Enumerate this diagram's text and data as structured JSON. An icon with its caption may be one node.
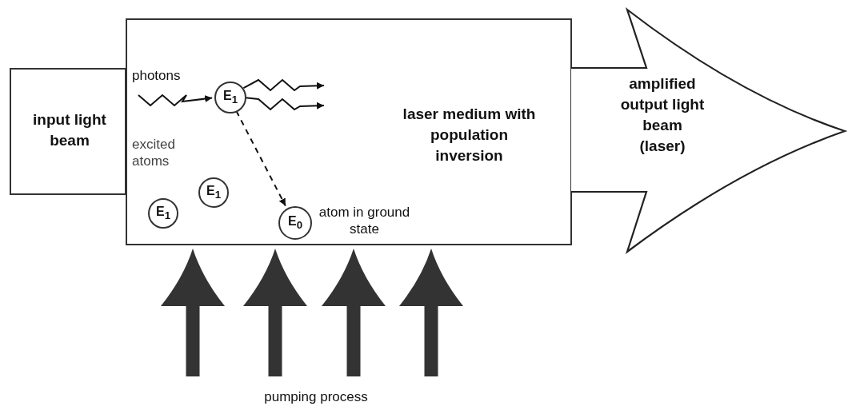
{
  "diagram": {
    "nodes": [
      {
        "text": [
          "input light beam"
        ]
      },
      {
        "text": [
          "laser medium with population inversion"
        ]
      },
      {
        "text": [
          "amplified output light beam (laser)"
        ]
      },
      {
        "text": [
          "E$_{1}$"
        ],
        "in": 1
      },
      {
        "text": [
          "E$_{1}$"
        ],
        "in": 1
      },
      {
        "text": [
          "E$_{1}$"
        ],
        "in": 1
      },
      {
        "text": [
          "E$_{0}$"
        ],
        "in": 1,
        "beside": [
          "atom in ground state"
        ]
      }
    ],
    "edges": [
      {
        "from": null,
        "to": 3,
        "arrow": "to"
      },
      {
        "from": 3,
        "to": null,
        "arrow": "to"
      },
      {
        "from": 3,
        "to": null,
        "arrow": "to"
      },
      {
        "from": 3,
        "to": 6,
        "arrow": "to",
        "style": "dashed"
      },
      {
        "from": null,
        "to": 1,
        "arrow": "to",
        "style": "thick",
        "color": "#333333"
      },
      {
        "from": null,
        "to": 1,
        "arrow": "to",
        "style": "thick",
        "color": "#333333"
      },
      {
        "from": null,
        "to": 1,
        "arrow": "to",
        "style": "thick",
        "color": "#333333"
      },
      {
        "from": null,
        "to": 1,
        "arrow": "to",
        "style": "thick",
        "color": "#333333"
      }
    ],
    "labels": [
      "photons",
      "excited atoms",
      "pumping process"
    ]
  }
}
